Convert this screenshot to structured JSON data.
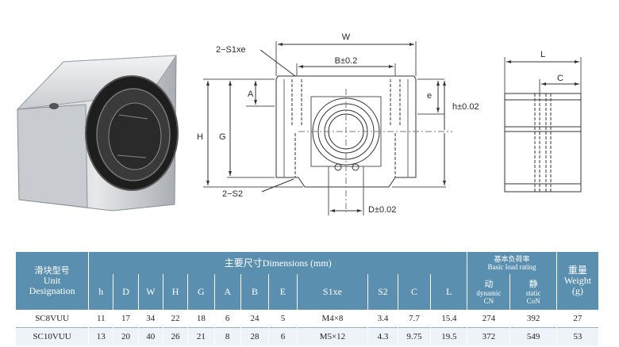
{
  "labels": {
    "W": "W",
    "S1xe_callout": "2−S1xe",
    "B": "B±0.2",
    "A": "A",
    "e": "e",
    "h": "h±0.02",
    "H": "H",
    "G": "G",
    "S2_callout": "2−S2",
    "D": "D±0.02",
    "L": "L",
    "C": "C"
  },
  "table": {
    "unit_cn": "滑块型号",
    "unit_en_1": "Unit",
    "unit_en_2": "Designation",
    "dims_title": "主要尺寸Dimensions (mm)",
    "load_cn": "基本负荷率",
    "load_en": "Basic load rating",
    "dynamic_cn": "动",
    "dynamic_en": "dynamic",
    "dynamic_sym": "CN",
    "static_cn": "静",
    "static_en": "static",
    "static_sym": "CoN",
    "weight_cn": "重量",
    "weight_en": "Weight",
    "weight_unit": "(g)",
    "columns": [
      "h",
      "D",
      "W",
      "H",
      "G",
      "A",
      "B",
      "E",
      "S1xe",
      "S2",
      "C",
      "L"
    ],
    "rows": [
      {
        "name": "SC8VUU",
        "values": [
          "11",
          "17",
          "34",
          "22",
          "18",
          "6",
          "24",
          "5",
          "M4×8",
          "3.4",
          "7.7",
          "15.4",
          "274",
          "392",
          "27"
        ]
      },
      {
        "name": "SC10VUU",
        "values": [
          "13",
          "20",
          "40",
          "26",
          "21",
          "8",
          "28",
          "6",
          "M5×12",
          "4.3",
          "9.75",
          "19.5",
          "372",
          "549",
          "53"
        ]
      }
    ]
  }
}
